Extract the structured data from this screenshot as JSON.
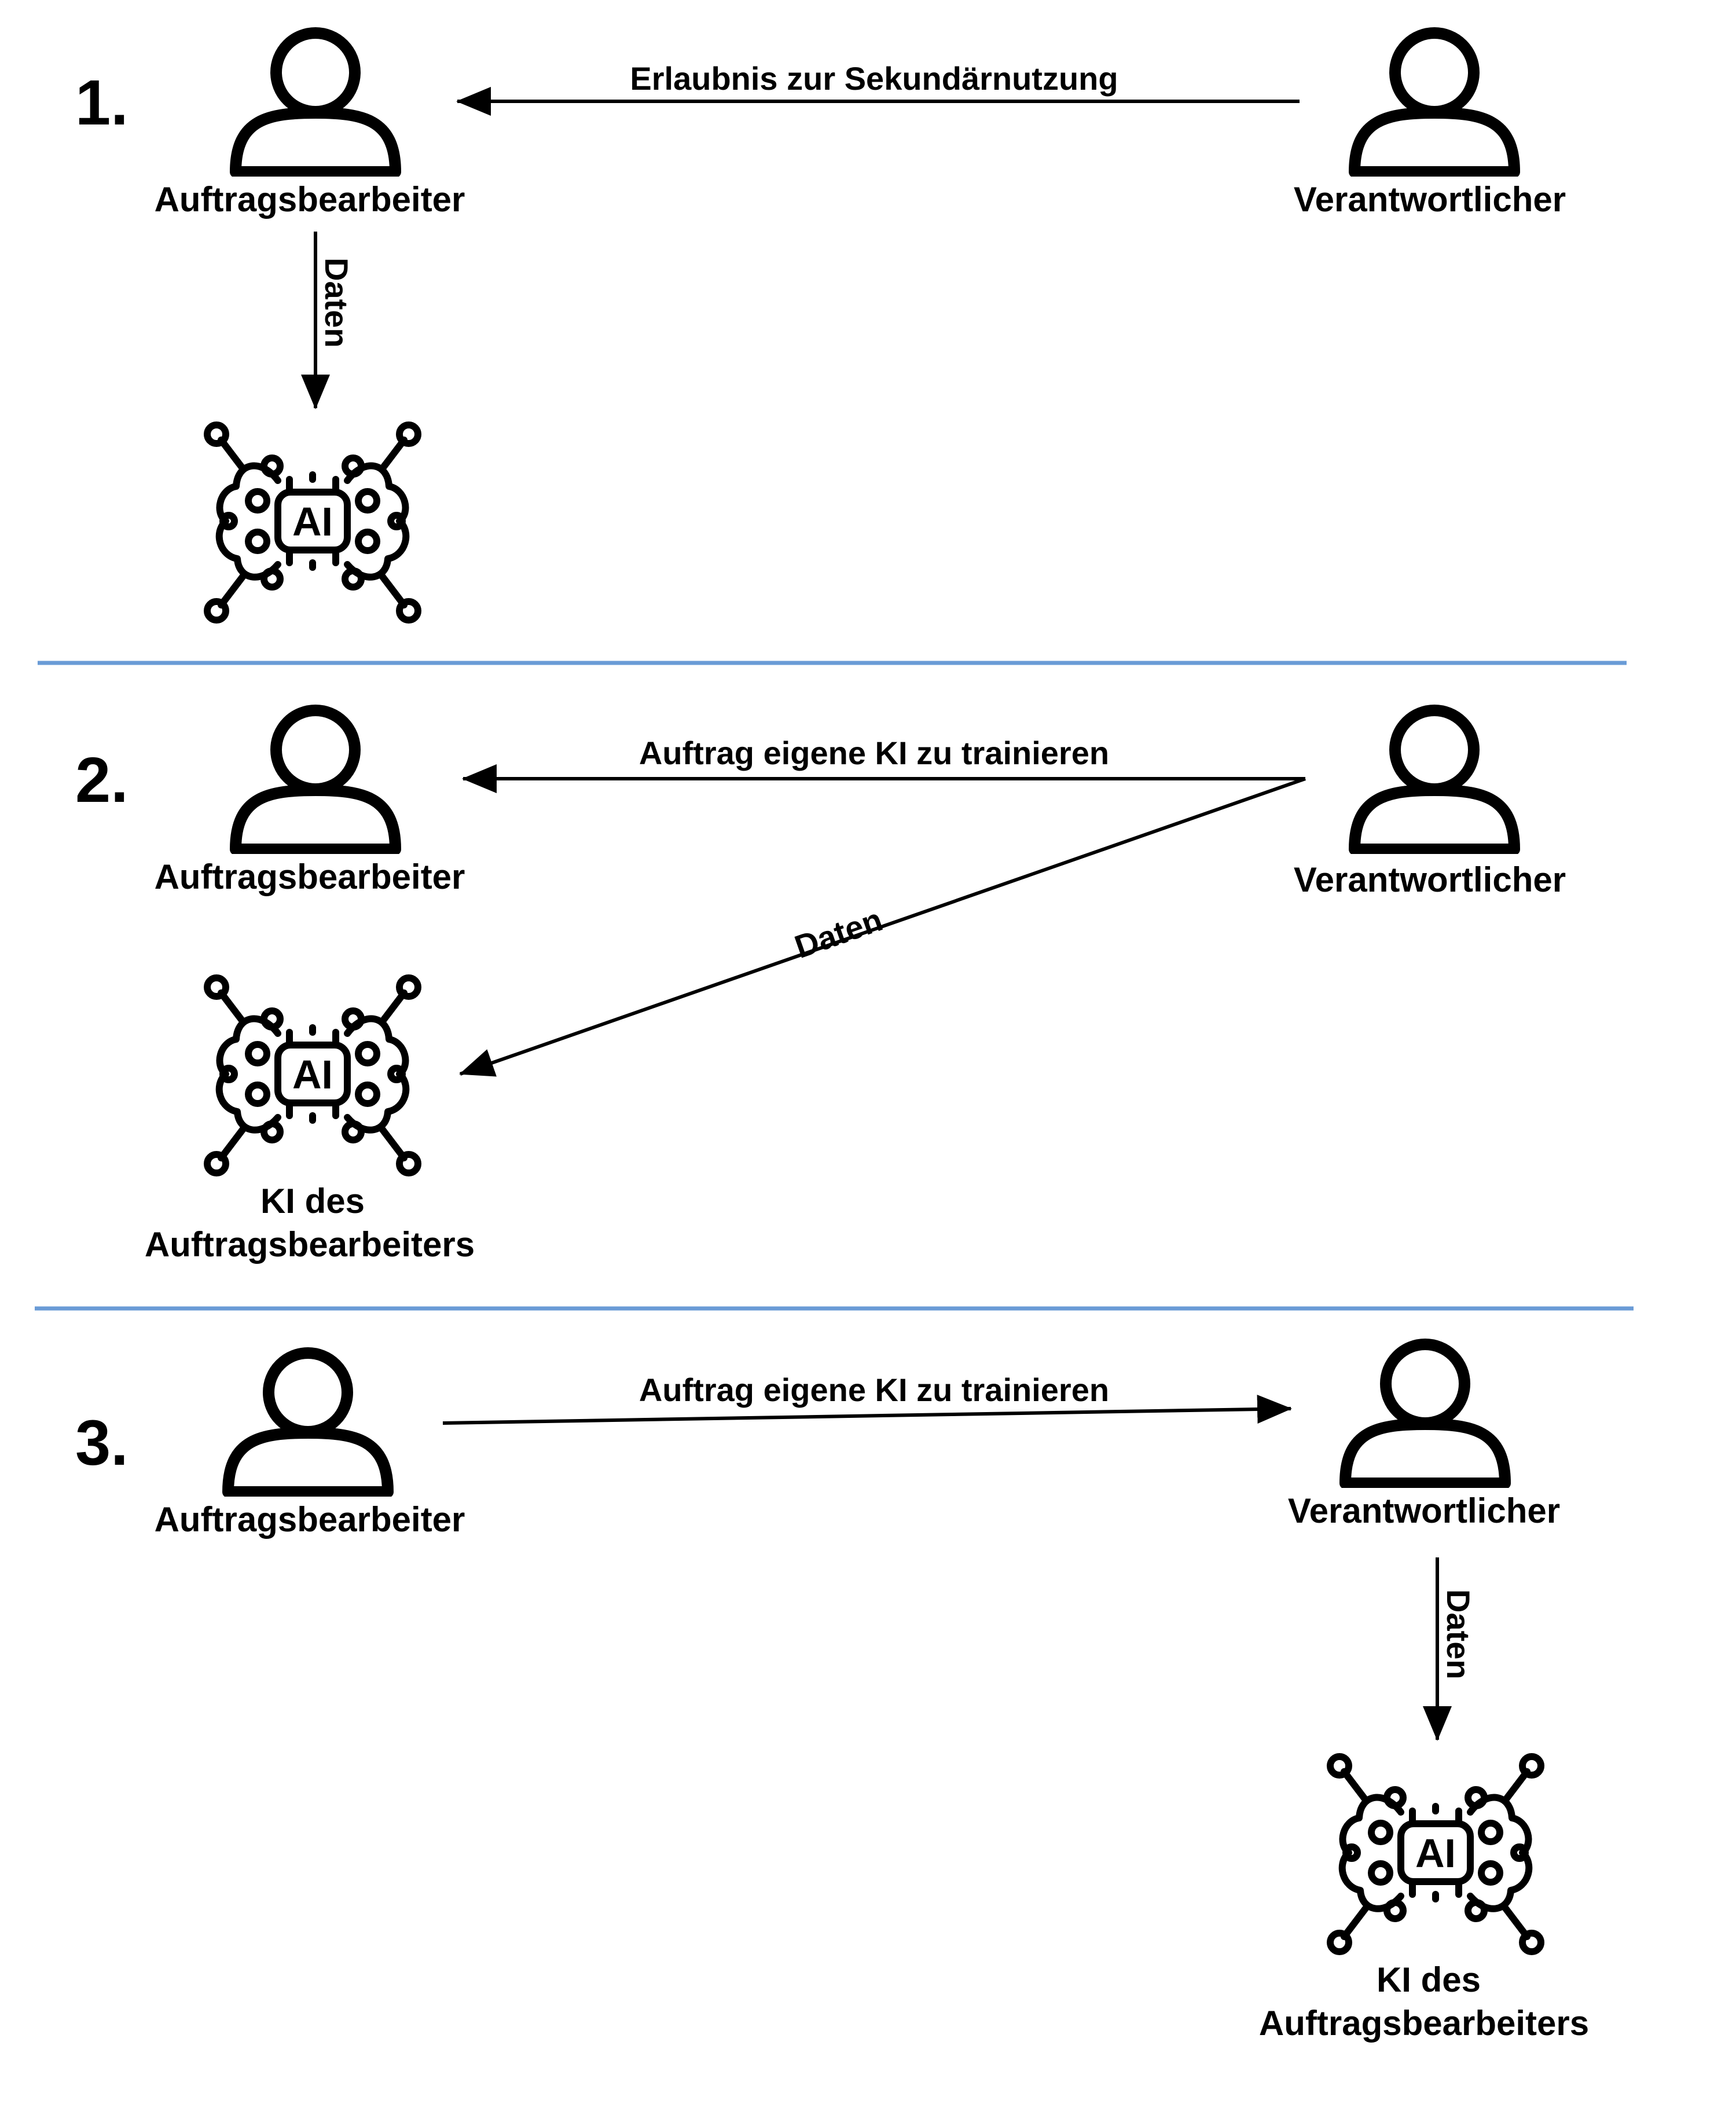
{
  "sections": [
    {
      "number": "1.",
      "left_actor": "Auftragsbearbeiter",
      "right_actor": "Verantwortlicher",
      "horizontal_arrow": "Erlaubnis zur Sekundärnutzung",
      "data_arrow": "Daten",
      "ai_caption_line1": "",
      "ai_caption_line2": ""
    },
    {
      "number": "2.",
      "left_actor": "Auftragsbearbeiter",
      "right_actor": "Verantwortlicher",
      "horizontal_arrow": "Auftrag eigene KI zu trainieren",
      "data_arrow": "Daten",
      "ai_caption_line1": "KI des",
      "ai_caption_line2": "Auftragsbearbeiters"
    },
    {
      "number": "3.",
      "left_actor": "Auftragsbearbeiter",
      "right_actor": "Verantwortlicher",
      "horizontal_arrow": "Auftrag eigene KI zu trainieren",
      "data_arrow": "Daten",
      "ai_caption_line1": "KI des",
      "ai_caption_line2": "Auftragsbearbeiters"
    }
  ],
  "icons": {
    "person": "person-icon",
    "ai": "ai-brain-chip-icon",
    "ai_chip_text": "AI"
  },
  "colors": {
    "separator": "#6a9bd6",
    "ink": "#000000"
  }
}
